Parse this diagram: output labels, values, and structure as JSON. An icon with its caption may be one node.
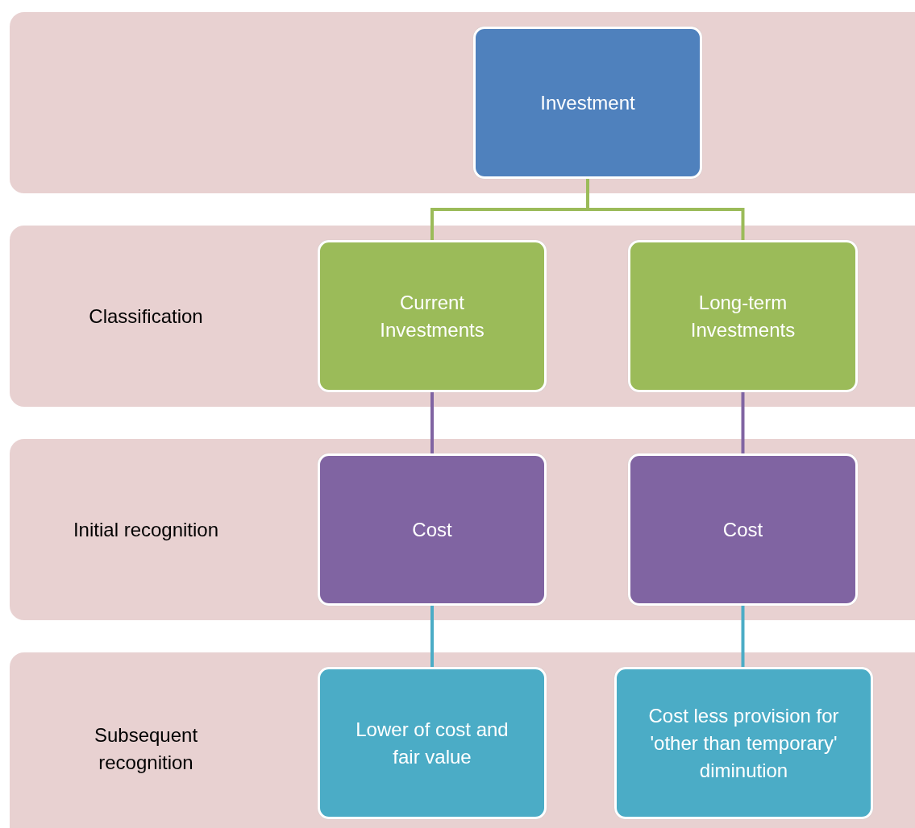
{
  "diagram": {
    "nodes": [
      {
        "text": [],
        "shape": "box"
      },
      {
        "text": [
          "Investment"
        ],
        "in": 0
      },
      {
        "text": [
          "Classification"
        ]
      },
      {
        "text": [
          "Current Investments"
        ],
        "in": 2
      },
      {
        "text": [
          "Long-term Investments"
        ],
        "in": 2
      },
      {
        "text": [
          "Initial recognition"
        ]
      },
      {
        "text": [
          "Cost"
        ],
        "in": 5
      },
      {
        "text": [
          "Cost"
        ],
        "in": 5
      },
      {
        "text": [
          "Subsequent recognition"
        ]
      },
      {
        "text": [
          "Lower of cost and fair value"
        ],
        "in": 8
      },
      {
        "text": [
          "Cost less provision for 'other than temporary' diminution"
        ],
        "in": 8
      }
    ],
    "edges": [
      {
        "from": 1,
        "to": 3,
        "arrow": "none",
        "color": "#9bbb59"
      },
      {
        "from": 1,
        "to": 4,
        "arrow": "none",
        "color": "#9bbb59"
      },
      {
        "from": 3,
        "to": 6,
        "arrow": "none",
        "color": "#8064a2"
      },
      {
        "from": 4,
        "to": 7,
        "arrow": "none",
        "color": "#8064a2"
      },
      {
        "from": 6,
        "to": 9,
        "arrow": "none",
        "color": "#4bacc6"
      },
      {
        "from": 7,
        "to": 10,
        "arrow": "none",
        "color": "#4bacc6"
      }
    ]
  }
}
